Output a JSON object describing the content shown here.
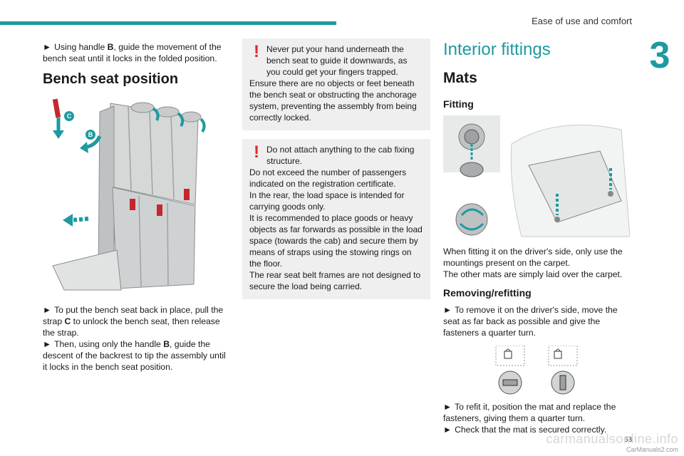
{
  "header": {
    "section_title": "Ease of use and comfort",
    "chapter_number": "3"
  },
  "col1": {
    "intro_pre": "Using handle ",
    "intro_bold": "B",
    "intro_post": ", guide the movement of the bench seat until it locks in the folded position.",
    "heading": "Bench seat position",
    "figure_labels": {
      "c": "C",
      "b": "B"
    },
    "step1_pre": "To put the bench seat back in place, pull the strap ",
    "step1_bold": "C",
    "step1_post": " to unlock the bench seat, then release the strap.",
    "step2_pre": "Then, using only the handle ",
    "step2_bold": "B",
    "step2_post": ", guide the descent of the backrest to tip the assembly until it locks in the bench seat position.",
    "bullet": "►"
  },
  "col2": {
    "warning1": {
      "first": "Never put your hand underneath the bench seat to guide it downwards, as you could get your fingers trapped.",
      "rest": "Ensure there are no objects or feet beneath the bench seat or obstructing the anchorage system, preventing the assembly from being correctly locked."
    },
    "warning2": {
      "first": "Do not attach anything to the cab fixing structure.",
      "p2": "Do not exceed the number of passengers indicated on the registration certificate.",
      "p3": "In the rear, the load space is intended for carrying goods only.",
      "p4": "It is recommended to place goods or heavy objects as far forwards as possible in the load space (towards the cab) and secure them by means of straps using the stowing rings on the floor.",
      "p5": "The rear seat belt frames are not designed to secure the load being carried."
    },
    "warning_symbol": "!"
  },
  "col3": {
    "title": "Interior fittings",
    "mats_heading": "Mats",
    "fitting_heading": "Fitting",
    "fitting_text1": "When fitting it on the driver's side, only use the mountings present on the carpet.",
    "fitting_text2": "The other mats are simply laid over the carpet.",
    "removing_heading": "Removing/refitting",
    "remove_text": "To remove it on the driver's side, move the seat as far back as possible and give the fasteners a quarter turn.",
    "refit_text": "To refit it, position the mat and replace the fasteners, giving them a quarter turn.",
    "check_text": "Check that the mat is secured correctly."
  },
  "footer": {
    "page_number": "63",
    "watermark": "carmanualsonline.info",
    "watermark_small": "CarManuals2.com"
  },
  "colors": {
    "accent": "#1e9aa0",
    "warning": "#e0252b",
    "panel": "#efefef"
  }
}
